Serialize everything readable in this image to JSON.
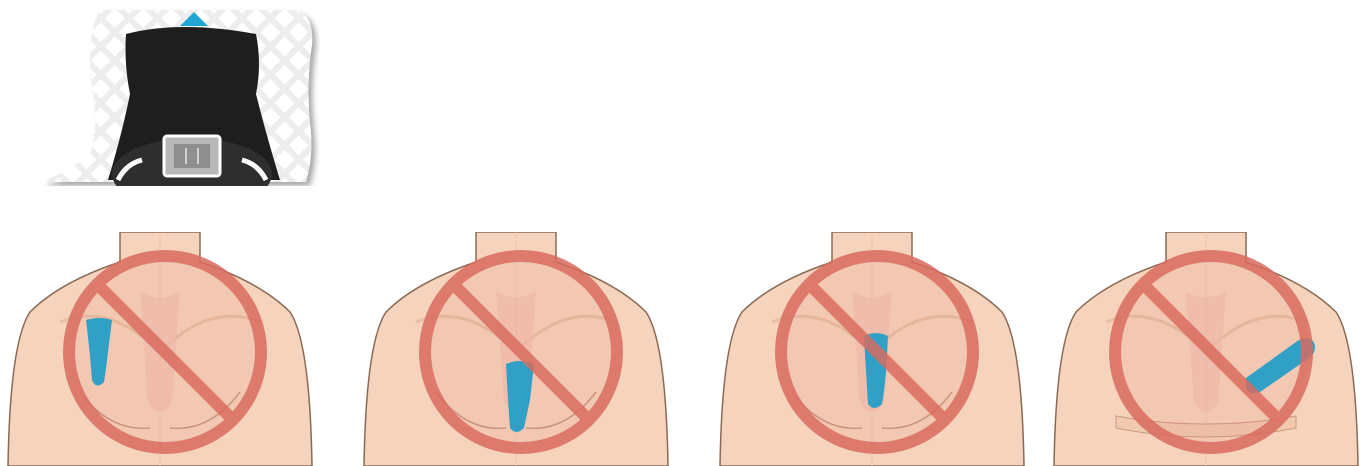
{
  "colors": {
    "accent": "#1FA6D3",
    "skin": "#F5D3BC",
    "skin_shadow": "#E8BFA4",
    "outline": "#8A6A55",
    "prohibition": "#D96B5E",
    "device_body": "#1E1E1E",
    "lattice": "#D9D9D9",
    "sensor": "#8F8F8F"
  },
  "icons": {
    "device": "wearable-chest-sensor-icon",
    "prohibition": "no-sign-icon",
    "placement_marker": "sensor-placement-marker"
  },
  "panels": [
    {
      "id": "wrong-placement-1",
      "marker": "upper-right-chest"
    },
    {
      "id": "wrong-placement-2",
      "marker": "lower-sternum"
    },
    {
      "id": "wrong-placement-3",
      "marker": "mid-sternum"
    },
    {
      "id": "wrong-placement-4",
      "marker": "left-diagonal"
    }
  ]
}
